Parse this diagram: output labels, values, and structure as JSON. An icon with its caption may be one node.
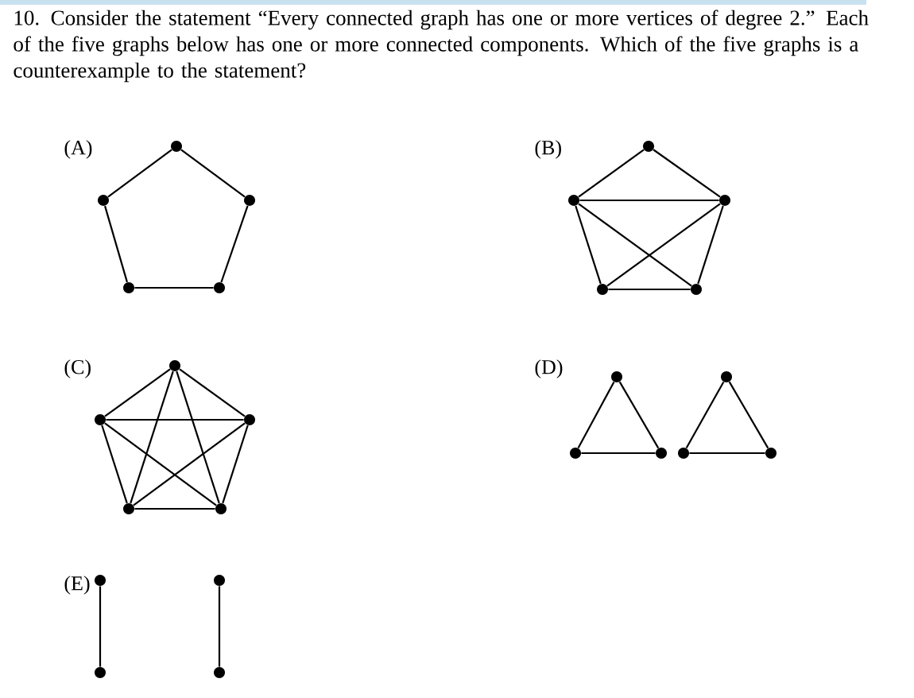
{
  "diagram": {
    "title": "10. Consider the statement “Every connected graph has one or more vertices of degree 2.” Each of the five graphs below has one or more connected components. Which of the five graphs is a counterexample to the statement?",
    "nodes": [
      {
        "text": [],
        "shape": "circle"
      },
      {
        "text": [],
        "shape": "circle"
      },
      {
        "text": [],
        "shape": "circle"
      },
      {
        "text": [],
        "shape": "circle"
      },
      {
        "text": [],
        "shape": "circle"
      },
      {
        "text": [],
        "shape": "circle"
      },
      {
        "text": [],
        "shape": "circle"
      },
      {
        "text": [],
        "shape": "circle"
      },
      {
        "text": [],
        "shape": "circle"
      },
      {
        "text": [],
        "shape": "circle"
      },
      {
        "text": [],
        "shape": "circle"
      },
      {
        "text": [],
        "shape": "circle"
      },
      {
        "text": [],
        "shape": "circle"
      },
      {
        "text": [],
        "shape": "circle"
      },
      {
        "text": [],
        "shape": "circle"
      },
      {
        "text": [],
        "shape": "circle"
      },
      {
        "text": [],
        "shape": "circle"
      },
      {
        "text": [],
        "shape": "circle"
      },
      {
        "text": [],
        "shape": "circle"
      },
      {
        "text": [],
        "shape": "circle"
      },
      {
        "text": [],
        "shape": "circle"
      },
      {
        "text": [],
        "shape": "circle"
      },
      {
        "text": [],
        "shape": "circle"
      },
      {
        "text": [],
        "shape": "circle"
      },
      {
        "text": [],
        "shape": "circle"
      }
    ],
    "edges": [
      {
        "from": 0,
        "to": 1,
        "arrow": "none"
      },
      {
        "from": 0,
        "to": 2,
        "arrow": "none"
      },
      {
        "from": 1,
        "to": 3,
        "arrow": "none"
      },
      {
        "from": 2,
        "to": 4,
        "arrow": "none"
      },
      {
        "from": 3,
        "to": 4,
        "arrow": "none"
      },
      {
        "from": 5,
        "to": 6,
        "arrow": "none"
      },
      {
        "from": 5,
        "to": 7,
        "arrow": "none"
      },
      {
        "from": 6,
        "to": 7,
        "arrow": "none"
      },
      {
        "from": 6,
        "to": 8,
        "arrow": "none"
      },
      {
        "from": 6,
        "to": 9,
        "arrow": "none"
      },
      {
        "from": 7,
        "to": 8,
        "arrow": "none"
      },
      {
        "from": 7,
        "to": 9,
        "arrow": "none"
      },
      {
        "from": 8,
        "to": 9,
        "arrow": "none"
      },
      {
        "from": 10,
        "to": 11,
        "arrow": "none"
      },
      {
        "from": 10,
        "to": 12,
        "arrow": "none"
      },
      {
        "from": 10,
        "to": 13,
        "arrow": "none"
      },
      {
        "from": 10,
        "to": 14,
        "arrow": "none"
      },
      {
        "from": 11,
        "to": 12,
        "arrow": "none"
      },
      {
        "from": 11,
        "to": 13,
        "arrow": "none"
      },
      {
        "from": 11,
        "to": 14,
        "arrow": "none"
      },
      {
        "from": 12,
        "to": 13,
        "arrow": "none"
      },
      {
        "from": 12,
        "to": 14,
        "arrow": "none"
      },
      {
        "from": 13,
        "to": 14,
        "arrow": "none"
      },
      {
        "from": 15,
        "to": 16,
        "arrow": "none"
      },
      {
        "from": 15,
        "to": 17,
        "arrow": "none"
      },
      {
        "from": 16,
        "to": 17,
        "arrow": "none"
      },
      {
        "from": 18,
        "to": 19,
        "arrow": "none"
      },
      {
        "from": 18,
        "to": 20,
        "arrow": "none"
      },
      {
        "from": 19,
        "to": 20,
        "arrow": "none"
      },
      {
        "from": 21,
        "to": 22,
        "arrow": "none"
      },
      {
        "from": 23,
        "to": 24,
        "arrow": "none"
      }
    ],
    "labels": [
      "(A)",
      "(B)",
      "(C)",
      "(D)",
      "(E)"
    ]
  }
}
